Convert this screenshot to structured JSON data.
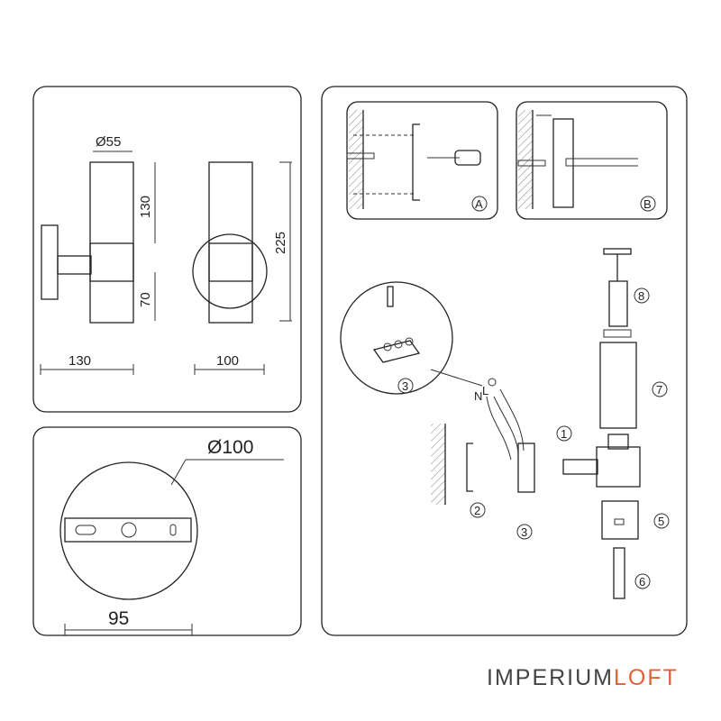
{
  "dimensions": {
    "diameter_tube": "Ø55",
    "tube_height": "130",
    "total_height": "225",
    "lower_height": "70",
    "side_depth": "130",
    "front_width": "100",
    "base_diameter": "Ø100",
    "plate_length": "95"
  },
  "detail_labels": {
    "a": "A",
    "b": "B"
  },
  "steps": {
    "s1": "1",
    "s2": "2",
    "s3": "3",
    "s3b": "3",
    "s5": "5",
    "s6": "6",
    "s7": "7",
    "s8": "8"
  },
  "wires": {
    "n": "N",
    "l": "L"
  },
  "brand": {
    "part1": "IMPERIUM",
    "part2": "LOFT",
    "accent_color": "#e0603a"
  }
}
